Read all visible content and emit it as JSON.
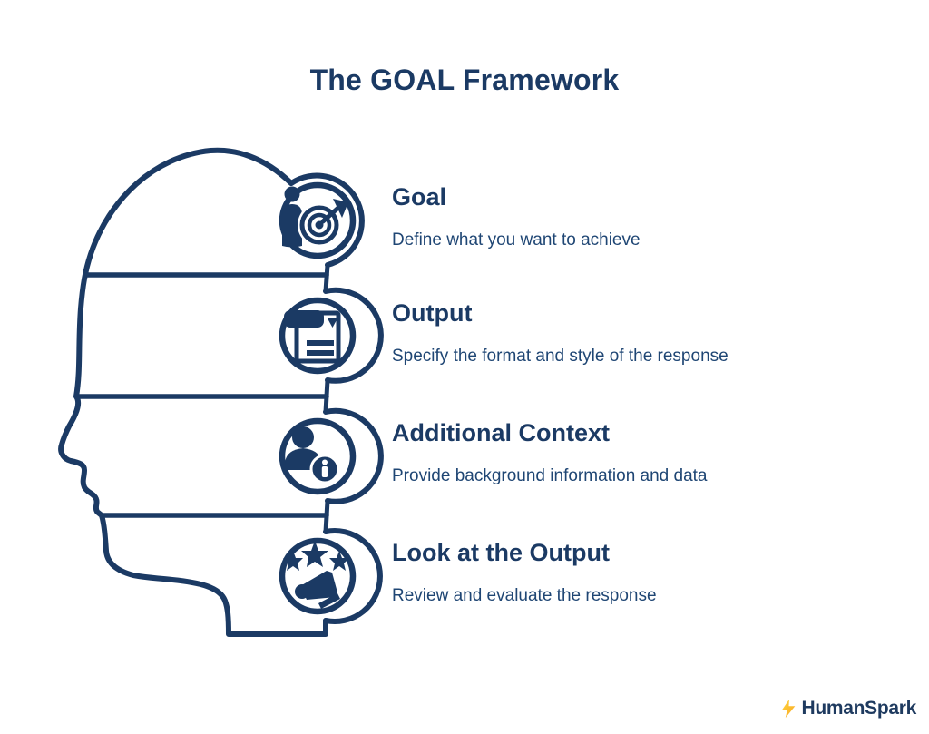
{
  "title": "The GOAL Framework",
  "colors": {
    "primary_navy": "#1b3a64",
    "description_navy": "#1f4674",
    "bolt_yellow": "#ffd43b",
    "bolt_orange": "#f9a825",
    "background": "#ffffff"
  },
  "diagram": {
    "figure": "human-head-profile-with-four-sections",
    "steps": [
      {
        "title": "Goal",
        "description": "Define what you want to achieve",
        "icon": "person-target-icon"
      },
      {
        "title": "Output",
        "description": "Specify the format and style of the response",
        "icon": "printer-document-icon"
      },
      {
        "title": "Additional Context",
        "description": "Provide background information and data",
        "icon": "person-info-icon"
      },
      {
        "title": "Look at the Output",
        "description": "Review and evaluate the response",
        "icon": "stars-megaphone-icon"
      }
    ]
  },
  "brand": {
    "name": "HumanSpark",
    "icon": "lightning-bolt-icon"
  }
}
